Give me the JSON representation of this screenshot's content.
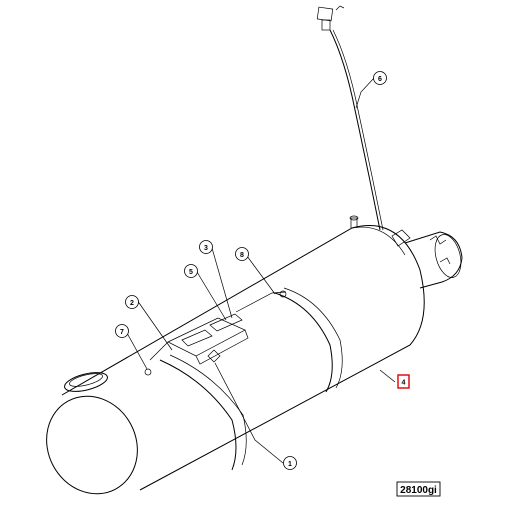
{
  "callouts": {
    "c1": "1",
    "c2": "2",
    "c3": "3",
    "c4": "4",
    "c5": "5",
    "c6": "6",
    "c7": "7",
    "c8": "8"
  },
  "diagram_code": "28100gi",
  "colors": {
    "line": "#000000",
    "highlight": "#e00000",
    "background": "#ffffff"
  }
}
